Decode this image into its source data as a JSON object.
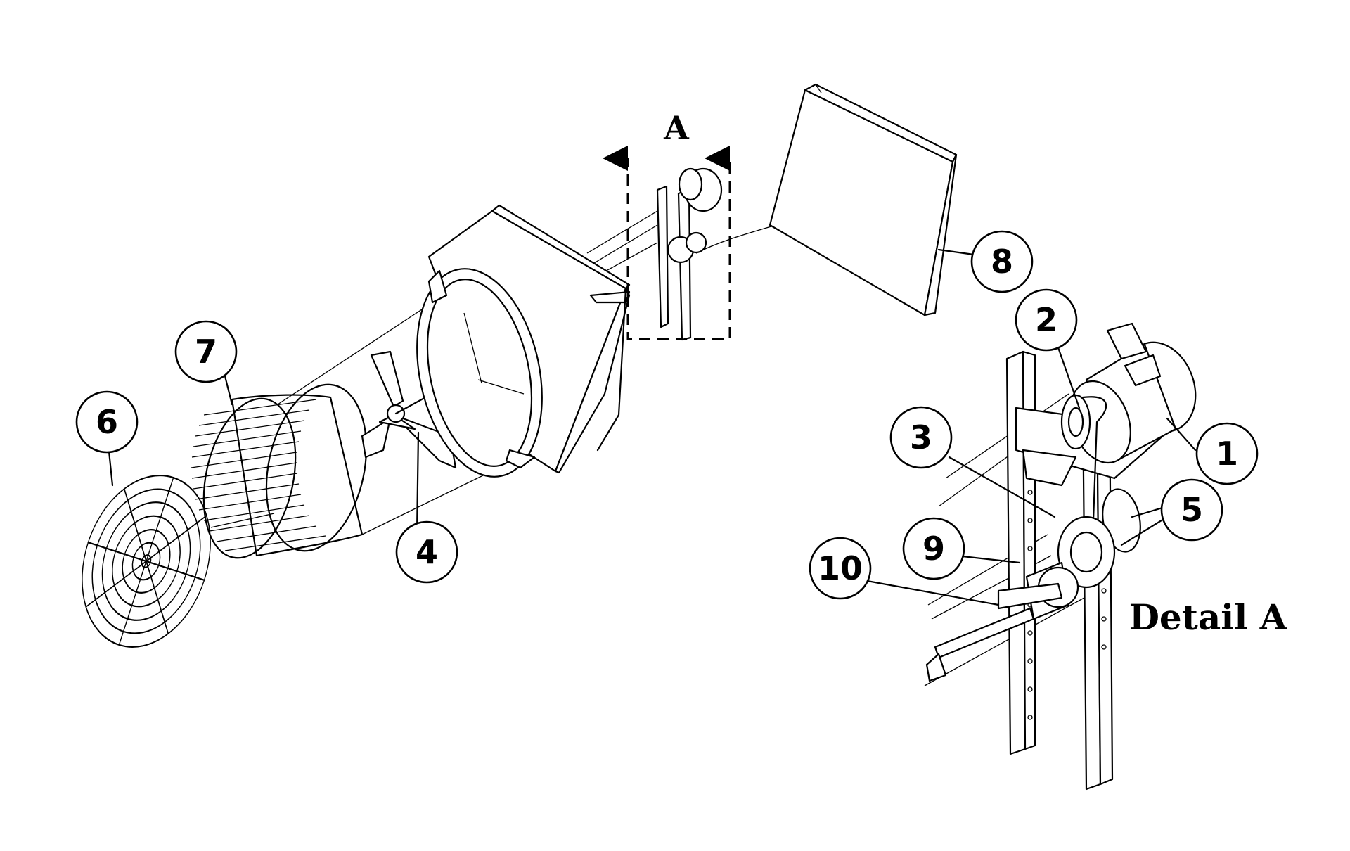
{
  "diagram": {
    "section_marker": "A",
    "detail_label": "Detail A",
    "callouts": [
      "1",
      "2",
      "3",
      "4",
      "5",
      "6",
      "7",
      "8",
      "9",
      "10"
    ]
  }
}
